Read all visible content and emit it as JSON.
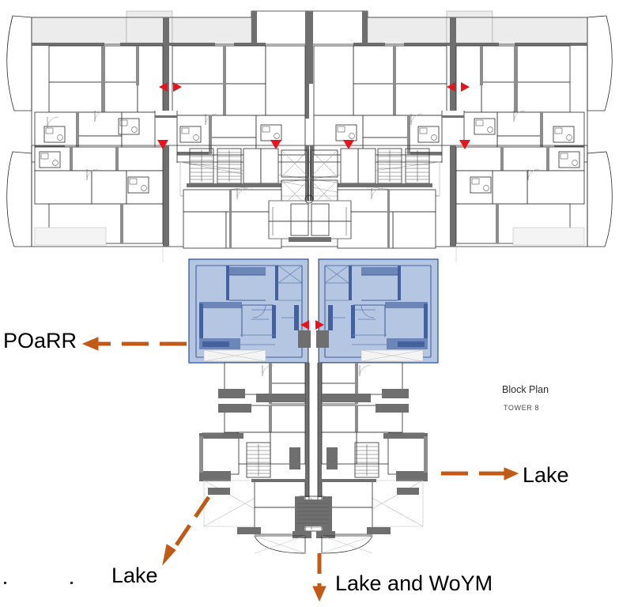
{
  "document": {
    "type": "architectural-floor-plan",
    "title": "Block Plan",
    "subtitle": "TOWER 8"
  },
  "annotations": {
    "poarr": {
      "label": "POaRR",
      "arrow": "dashed-arrow-left",
      "color": "#C25A17"
    },
    "lake_right": {
      "label": "Lake",
      "arrow": "dashed-arrow-right",
      "color": "#C25A17"
    },
    "lake_bottom_left": {
      "label": "Lake",
      "arrow": "dashed-arrow-down-left",
      "color": "#C25A17"
    },
    "lake_and_woym": {
      "label": "Lake and WoYM",
      "arrow": "dashed-arrow-down",
      "color": "#C25A17"
    }
  },
  "legend": {
    "highlight_color": "#a8bcdd",
    "highlight_stroke": "#3d62a8",
    "marker_color": "#e8131b",
    "line_color": "#1a1a1a",
    "wall_fill": "#7a7a7a",
    "light_fill": "#eaeaea"
  },
  "markers": {
    "view_pairs_label": "view-direction-marker-pair",
    "view_down_label": "view-direction-marker-down",
    "count_pairs": 2,
    "count_down": 4
  },
  "highlight": {
    "name": "highlighted-apartment-units",
    "description": "Two mirrored units highlighted in blue"
  }
}
